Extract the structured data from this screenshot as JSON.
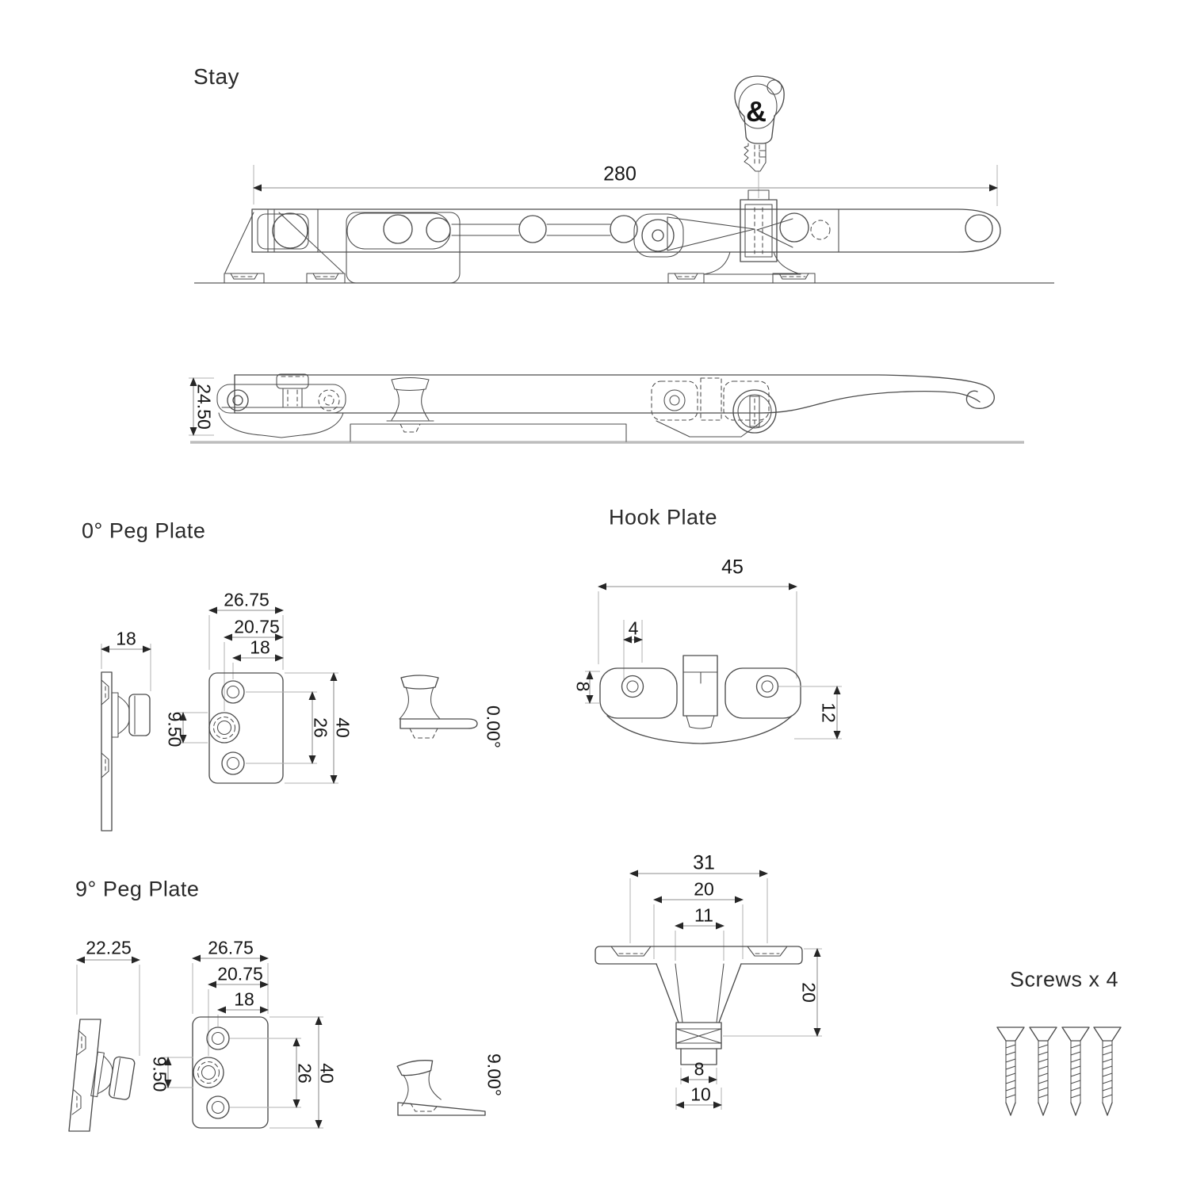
{
  "stay": {
    "title": "Stay",
    "length_dim": "280",
    "height_dim": "24.50",
    "key_logo": "&"
  },
  "peg_plate_0": {
    "title": "0°  Peg Plate",
    "side_width_dim": "18",
    "plate_width_dim": "26.75",
    "center_offset_dim": "20.75",
    "hole_offset_dim": "18",
    "peg_dia_dim": "9.50",
    "hole_spacing_dim": "26",
    "plate_height_dim": "40",
    "angle_label": "0.00°"
  },
  "hook_plate": {
    "title": "Hook Plate",
    "top": {
      "width_dim": "45",
      "tab_dim": "4",
      "hole_dim": "8",
      "depth_dim": "12"
    },
    "side": {
      "boss_width_dim": "31",
      "outer_taper_dim": "20",
      "throat_dim": "11",
      "height_dim": "20",
      "tip_dim": "8",
      "tip_base_dim": "10"
    }
  },
  "peg_plate_9": {
    "title": "9°  Peg Plate",
    "side_width_dim": "22.25",
    "plate_width_dim": "26.75",
    "center_offset_dim": "20.75",
    "hole_offset_dim": "18",
    "peg_dia_dim": "9.50",
    "hole_spacing_dim": "26",
    "plate_height_dim": "40",
    "angle_label": "9.00°"
  },
  "screws": {
    "title": "Screws x 4"
  }
}
